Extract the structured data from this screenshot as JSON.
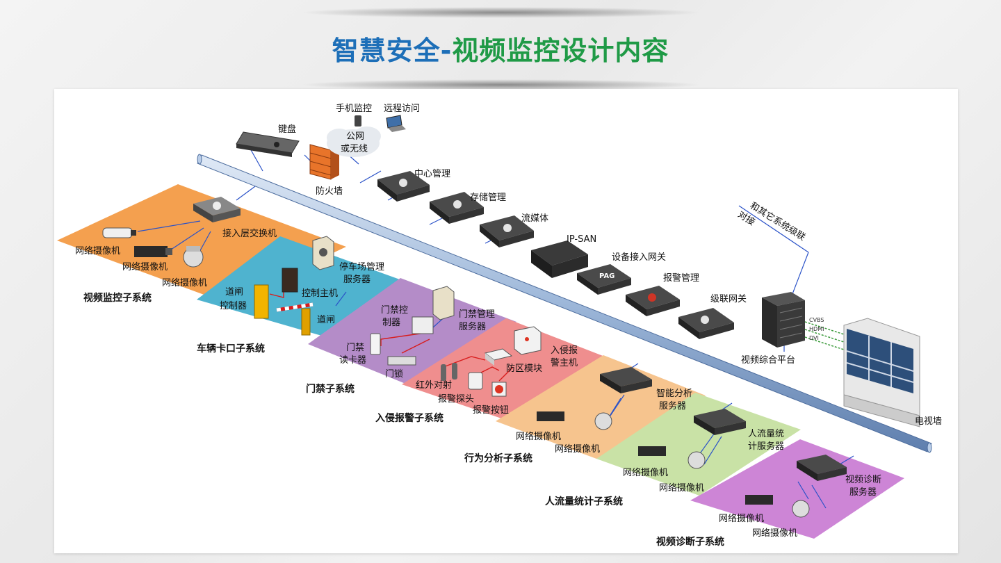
{
  "title": {
    "part1": "智慧安全-",
    "part2": "视频监控设计内容"
  },
  "colors": {
    "title_blue": "#1d6fb8",
    "title_green": "#1f9a46",
    "zone_video": "#f4a04f",
    "zone_vehicle": "#4fb3cf",
    "zone_access": "#b48cc8",
    "zone_intrusion": "#ef8e8e",
    "zone_behavior": "#f6c48e",
    "zone_people": "#c9e2a6",
    "zone_diagnosis": "#cd85d6",
    "backbone": "#9bb6d8",
    "link_blue": "#2a52c8",
    "link_red": "#d81c1c"
  },
  "top": {
    "mobile_monitor": "手机监控",
    "remote_access": "远程访问",
    "public_net_1": "公网",
    "public_net_2": "或无线",
    "keyboard": "键盘",
    "firewall": "防火墙"
  },
  "backbone_devices": {
    "center_mgmt": "中心管理",
    "storage_mgmt": "存储管理",
    "streaming": "流媒体",
    "ipsan": "IP-SAN",
    "device_gateway": "设备接入网关",
    "pag_badge": "PAG",
    "alarm_mgmt": "报警管理",
    "cascade_gateway": "级联网关",
    "other_system_1": "和其它系统级联",
    "other_system_2": "对接",
    "video_platform": "视频综合平台",
    "tv_wall": "电视墙",
    "cable_cvbs": "CVBS",
    "cable_hdmi": "HDMI",
    "cable_dvi": "DVI"
  },
  "zones": {
    "video": {
      "name": "视频监控子系统",
      "switch": "接入层交换机",
      "cam1": "网络摄像机",
      "cam2": "网络摄像机",
      "cam3": "网络摄像机"
    },
    "vehicle": {
      "name": "车辆卡口子系统",
      "gate_ctrl_1": "道闸",
      "gate_ctrl_2": "控制器",
      "host": "控制主机",
      "gate": "道闸",
      "server_1": "停车场管理",
      "server_2": "服务器"
    },
    "access": {
      "name": "门禁子系统",
      "ctrl_1": "门禁控",
      "ctrl_2": "制器",
      "server_1": "门禁管理",
      "server_2": "服务器",
      "reader_1": "门禁",
      "reader_2": "读卡器",
      "lock": "门锁"
    },
    "intrusion": {
      "name": "入侵报警子系统",
      "host_1": "入侵报",
      "host_2": "警主机",
      "module": "防区模块",
      "detector_1": "红外对射",
      "detector_2": "报警探头",
      "button": "报警按钮"
    },
    "behavior": {
      "name": "行为分析子系统",
      "server_1": "智能分析",
      "server_2": "服务器",
      "cam1": "网络摄像机",
      "cam2": "网络摄像机"
    },
    "people": {
      "name": "人流量统计子系统",
      "server_1": "人流量统",
      "server_2": "计服务器",
      "cam1": "网络摄像机",
      "cam2": "网络摄像机"
    },
    "diagnosis": {
      "name": "视频诊断子系统",
      "server_1": "视频诊断",
      "server_2": "服务器",
      "cam1": "网络摄像机",
      "cam2": "网络摄像机"
    }
  }
}
